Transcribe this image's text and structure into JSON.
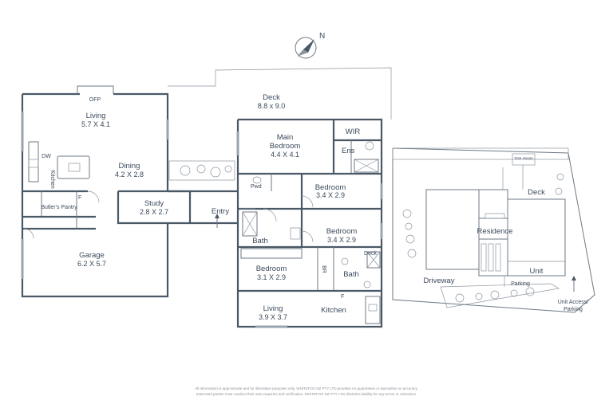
{
  "compass": {
    "label": "N"
  },
  "rooms": {
    "deck": {
      "name": "Deck",
      "dims": "8.8 x 9.0"
    },
    "living": {
      "name": "Living",
      "dims": "5.7 X 4.1"
    },
    "ofp": {
      "name": "OFP"
    },
    "dining": {
      "name": "Dining",
      "dims": "4.2 X 2.8"
    },
    "dw": {
      "name": "DW"
    },
    "kitchen_main": {
      "name": "Kitchen"
    },
    "butlers_pantry": {
      "name": "Butler's Pantry"
    },
    "main_bedroom": {
      "name": "Main Bedroom",
      "dims": "4.4 X 4.1",
      "line1": "Main",
      "line2": "Bedroom"
    },
    "wir": {
      "name": "WIR"
    },
    "ens": {
      "name": "Ens"
    },
    "pwd": {
      "name": "Pwd"
    },
    "bedroom_2": {
      "name": "Bedroom",
      "dims": "3.4 X 2.9"
    },
    "study": {
      "name": "Study",
      "dims": "2.8 X 2.7"
    },
    "entry": {
      "name": "Entry"
    },
    "bedroom_3": {
      "name": "Bedroom",
      "dims": "3.4 X 2.9"
    },
    "bath_1": {
      "name": "Bath"
    },
    "garage": {
      "name": "Garage",
      "dims": "6.2 X 5.7"
    },
    "bedroom_4": {
      "name": "Bedroom",
      "dims": "3.1 X 2.9"
    },
    "br": {
      "name": "BR"
    },
    "bath_2": {
      "name": "Bath"
    },
    "deck_small": {
      "name": "Deck"
    },
    "living_unit": {
      "name": "Living",
      "dims": "3.9 X 3.7"
    },
    "kitchen_unit": {
      "name": "Kitchen"
    },
    "fridge_main": {
      "name": "F"
    },
    "fridge_unit": {
      "name": "F"
    }
  },
  "site_plan": {
    "tree_house": "Tree House",
    "deck": "Deck",
    "residence": "Residence",
    "unit": "Unit",
    "driveway": "Driveway",
    "parking": "Parking",
    "unit_access_line1": "Unit Access/",
    "unit_access_line2": "Parking"
  },
  "disclaimer": {
    "line1": "All information is approximate and for illustrative purposes only. WHITEFOX NZ PTY LTD provides no guarantees or warranties on accuracy.",
    "line2": "Interested parties must conduct their own enquiries and verification. WHITEFOX NZ PTY LTD disclaims liability for any errors or omissions."
  },
  "colors": {
    "wall": "#4a5866",
    "text": "#3b4a5c",
    "background": "#ffffff"
  }
}
